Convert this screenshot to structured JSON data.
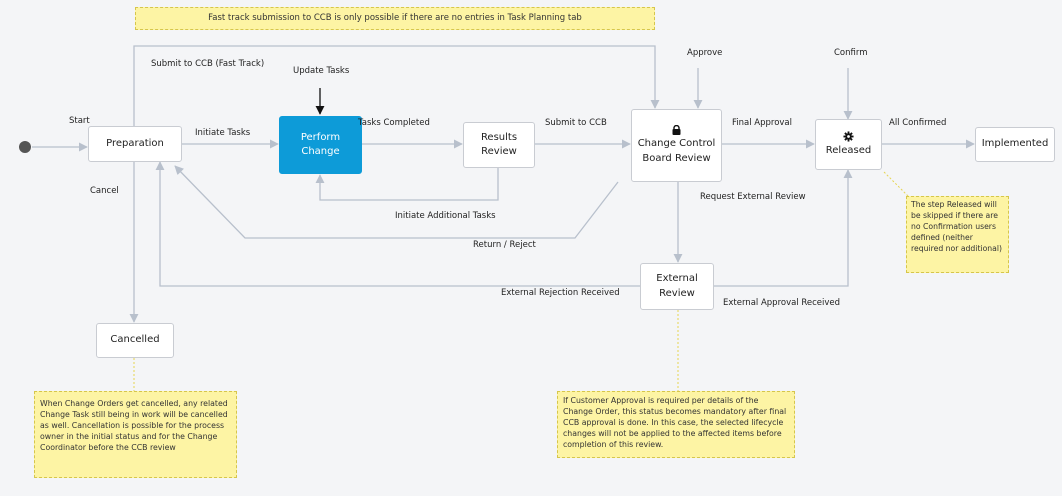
{
  "banner": "Fast track submission to CCB is only possible if there are no entries in Task Planning tab",
  "nodes": {
    "preparation": "Preparation",
    "perform_change": "Perform Change",
    "results_review": "Results Review",
    "ccb_review": "Change Control Board Review",
    "released": "Released",
    "implemented": "Implemented",
    "external_review": "External Review",
    "cancelled": "Cancelled"
  },
  "labels": {
    "start": "Start",
    "initiate_tasks": "Initiate Tasks",
    "update_tasks": "Update Tasks",
    "tasks_completed": "Tasks Completed",
    "submit_to_ccb": "Submit to CCB",
    "submit_fast_track": "Submit to CCB (Fast Track)",
    "approve": "Approve",
    "final_approval": "Final Approval",
    "confirm": "Confirm",
    "all_confirmed": "All Confirmed",
    "cancel": "Cancel",
    "initiate_additional": "Initiate Additional Tasks",
    "return_reject": "Return / Reject",
    "request_external": "Request External Review",
    "external_rejection": "External Rejection Received",
    "external_approval": "External Approval Received"
  },
  "notes": {
    "released_note": "The step Released will be skipped if there are no Confirmation users defined (neither required nor additional)",
    "cancel_note": "When Change Orders get cancelled, any related Change Task still being in work will be cancelled as well. Cancellation is possible for the process owner in the initial status and for the Change Coordinator before the CCB review",
    "external_note": "If Customer Approval is required per details of the Change Order, this status becomes mandatory after final CCB approval is done. In this case, the selected lifecycle changes will not be applied to the affected items before completion of this review."
  },
  "icons": {
    "ccb_review": "lock-icon",
    "released": "gear-icon"
  },
  "colors": {
    "active_state": "#0d9bd8",
    "note_fill": "#fdf4a4",
    "edge": "#b8c0cc"
  }
}
